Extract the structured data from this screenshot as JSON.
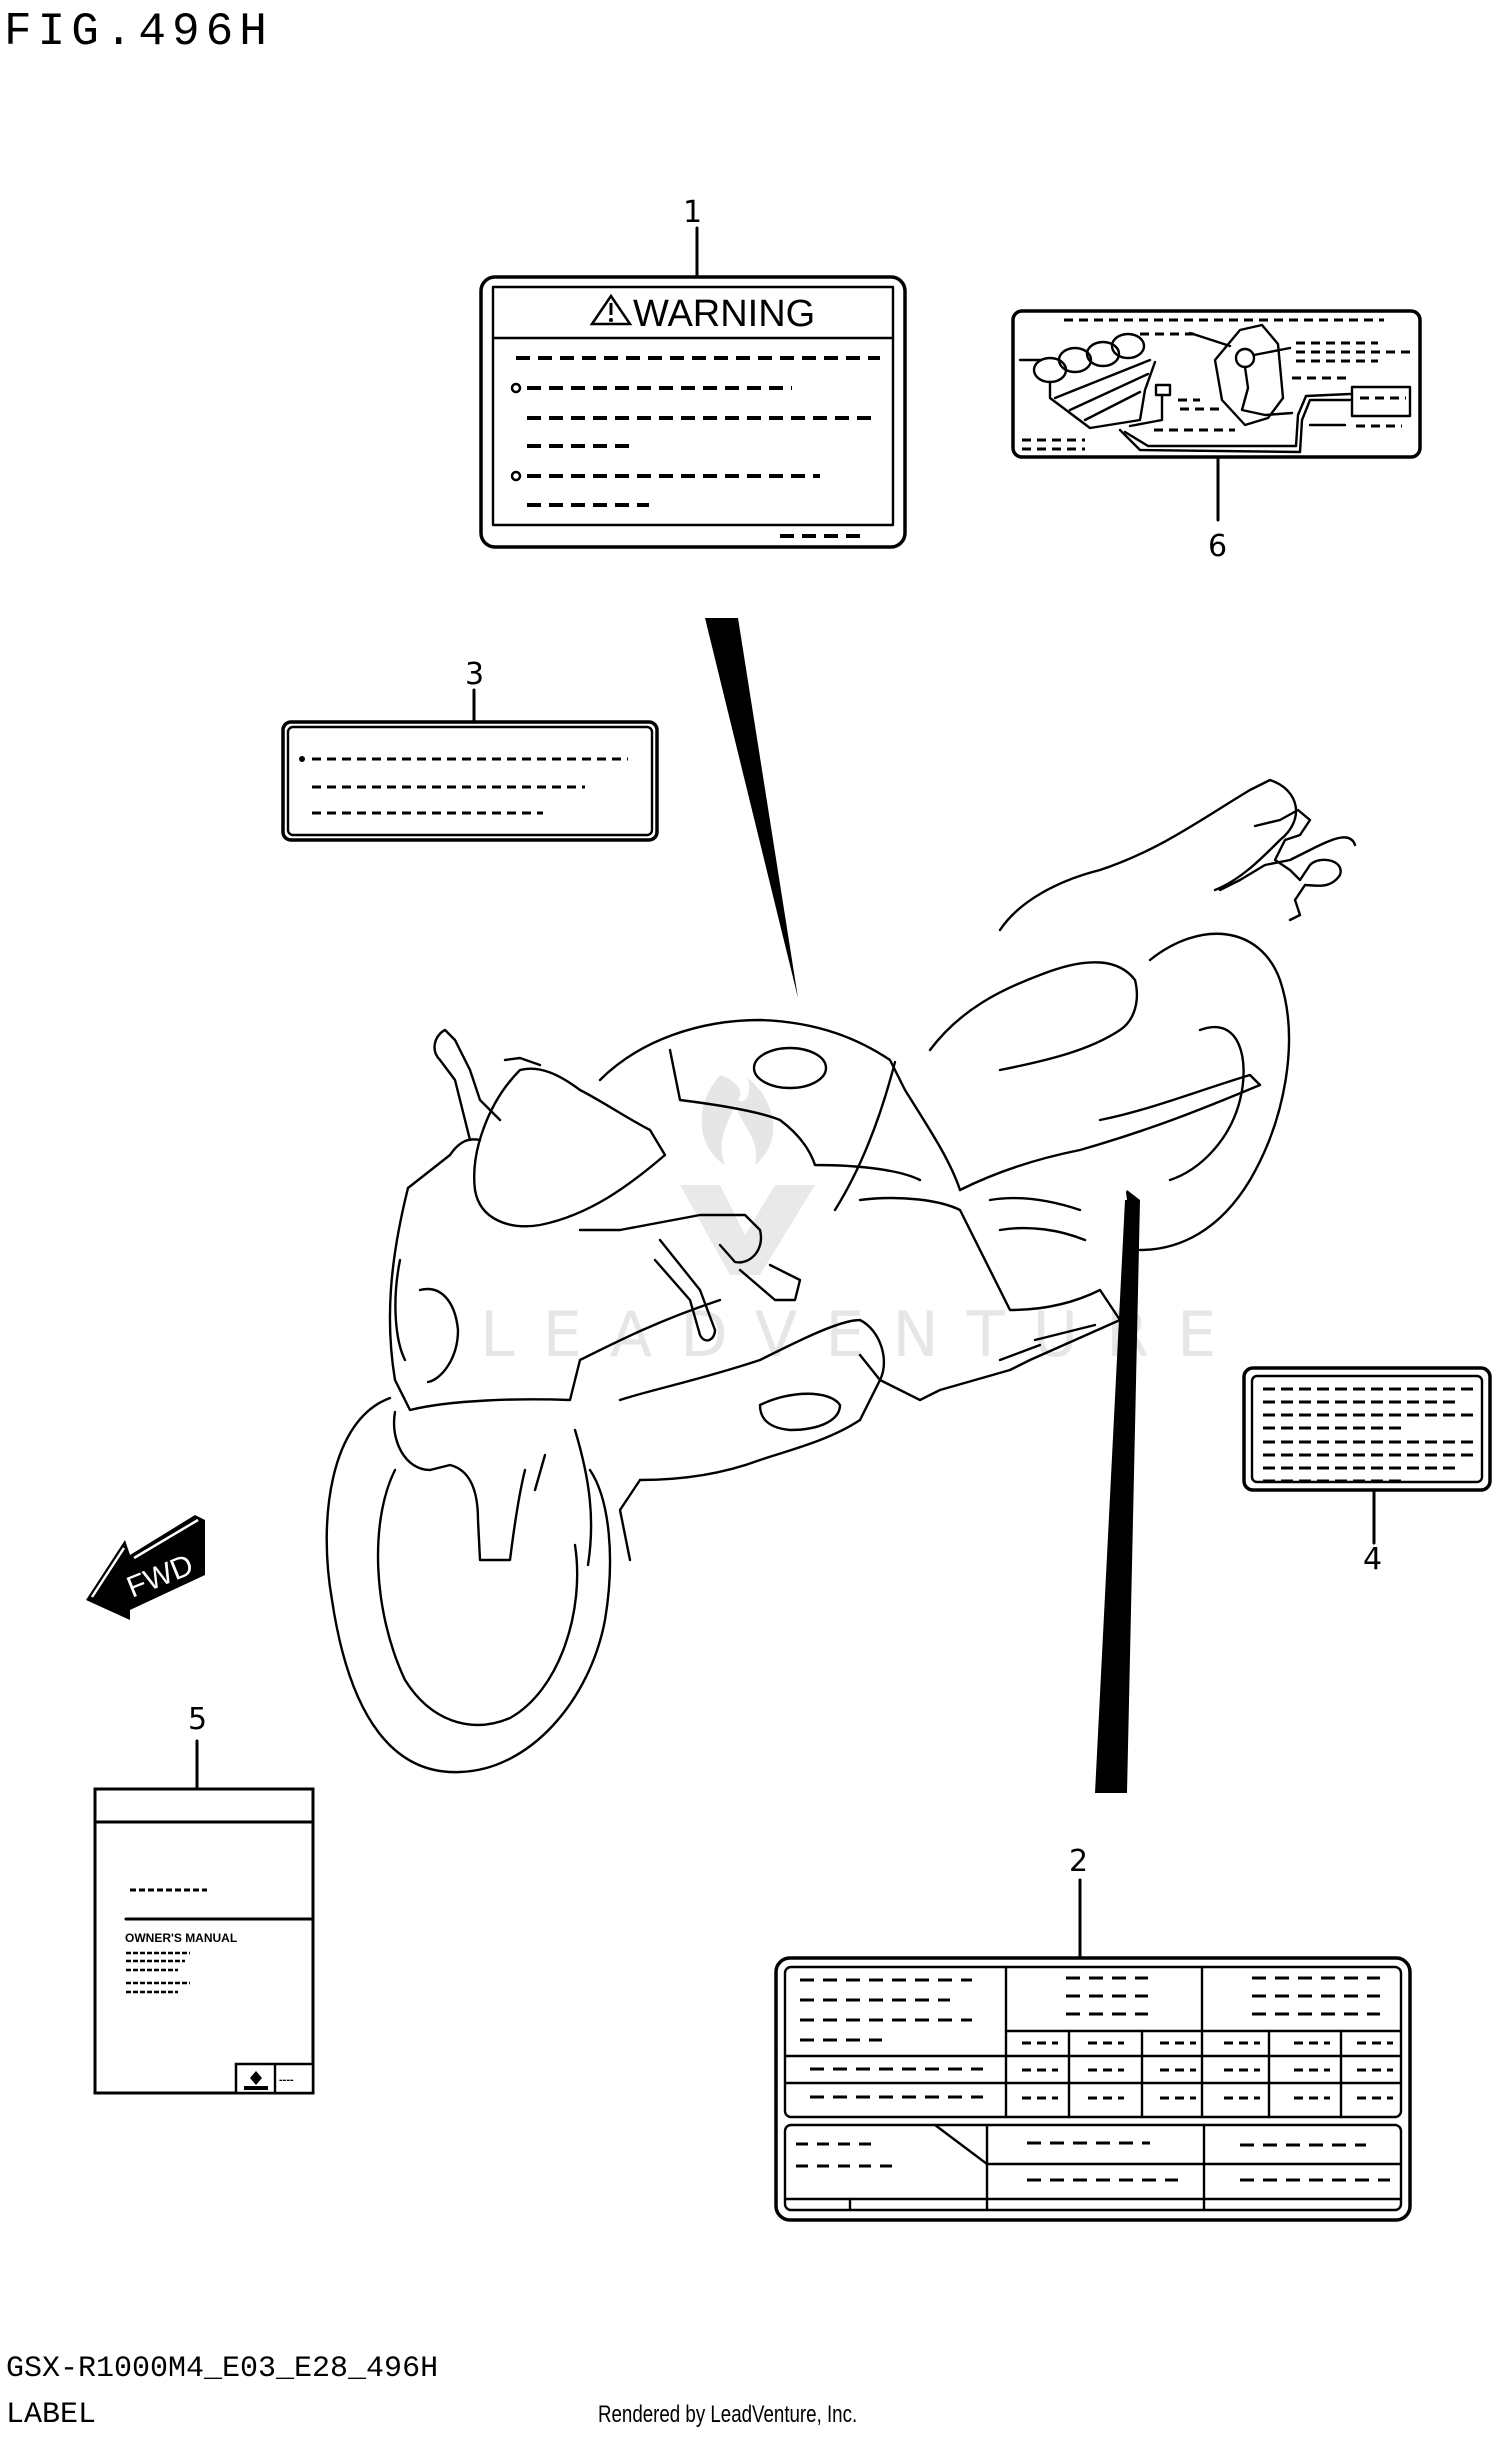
{
  "figure": {
    "title": "FIG.496H",
    "model_code": "GSX-R1000M4_E03_E28_496H",
    "section": "LABEL",
    "render_credit": "Rendered by LeadVenture, Inc.",
    "watermark": "LEADVENTURE"
  },
  "callouts": [
    {
      "number": "1",
      "part": "warning-label",
      "text": "WARNING"
    },
    {
      "number": "2",
      "part": "information-label-table"
    },
    {
      "number": "3",
      "part": "caution-label"
    },
    {
      "number": "4",
      "part": "information-label"
    },
    {
      "number": "5",
      "part": "owners-manual",
      "text": "OWNER'S MANUAL",
      "corner_text": "----"
    },
    {
      "number": "6",
      "part": "emission-hose-routing-label"
    }
  ],
  "direction_arrow": {
    "text": "FWD"
  },
  "colors": {
    "line": "#000000",
    "background": "#ffffff",
    "watermark": "#e6e6e6"
  }
}
